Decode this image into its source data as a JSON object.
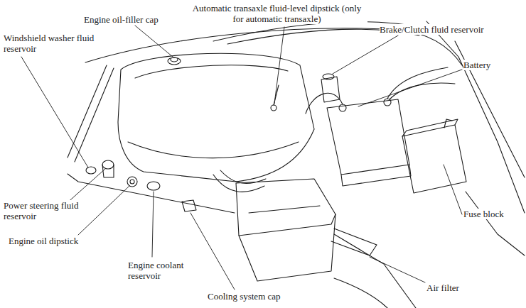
{
  "diagram": {
    "labels": [
      "Engine oil-filler cap",
      "Automatic transaxle fluid-level dipstick (only for automatic transaxle)",
      "Windshield washer fluid reservoir",
      "Brake/Clutch fluid reservoir",
      "Battery",
      "Power steering fluid reservoir",
      "Engine oil dipstick",
      "Engine coolant reservoir",
      "Cooling system cap",
      "Fuse block",
      "Air filter"
    ]
  }
}
